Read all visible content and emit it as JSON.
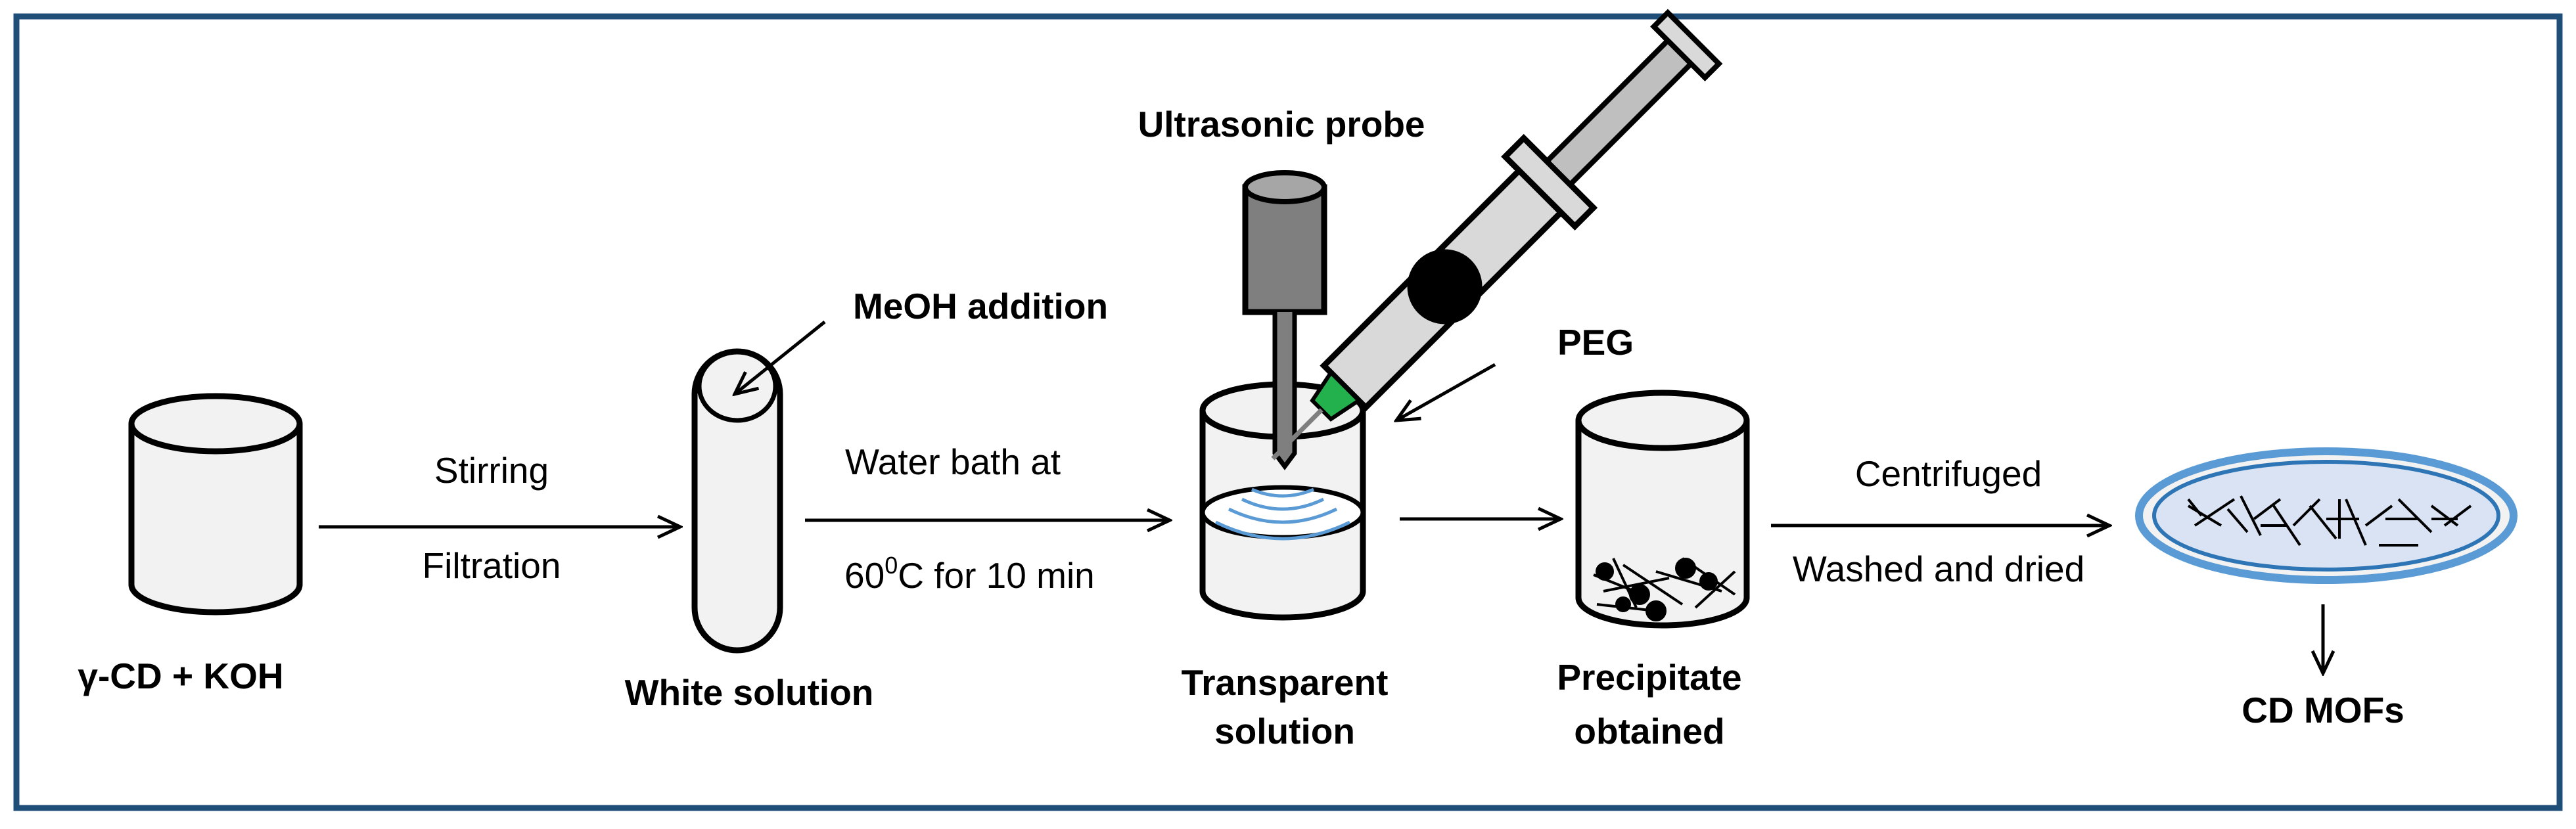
{
  "colors": {
    "frame": "#1f4e79",
    "vessel_fill": "#f2f2f2",
    "outline": "#000000",
    "probe_body": "#7f7f7f",
    "needle_hub": "#22b14c",
    "petri_ring": "#5b9bd5",
    "petri_fill": "#dae3f3",
    "wave": "#5b9bd5"
  },
  "labels": {
    "reactants": "γ-CD + KOH",
    "stirring": "Stirring",
    "filtration": "Filtration",
    "meoh": "MeOH addition",
    "white_solution": "White solution",
    "water_bath": "Water bath at",
    "temp_value": "60",
    "temp_sup": "0",
    "temp_rest": "C for 10 min",
    "probe": "Ultrasonic probe",
    "peg": "PEG",
    "transparent_1": "Transparent",
    "transparent_2": "solution",
    "precipitate_1": "Precipitate",
    "precipitate_2": "obtained",
    "centrifuged": "Centrifuged",
    "washed": "Washed and dried",
    "product": "CD MOFs"
  },
  "icons": [
    "beaker-icon",
    "test-tube-icon",
    "ultrasonic-probe-icon",
    "syringe-icon",
    "petri-dish-icon",
    "arrow-icon"
  ]
}
